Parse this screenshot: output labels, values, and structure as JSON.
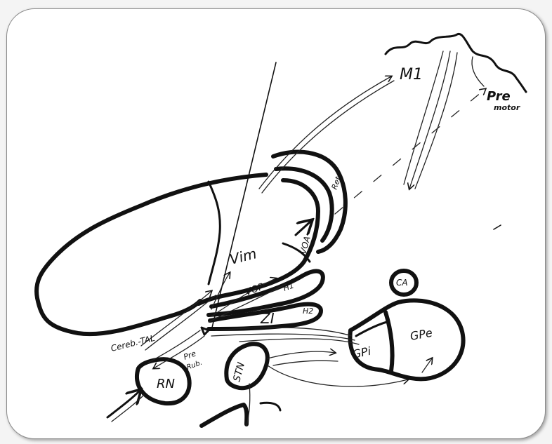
{
  "labels": {
    "m1": "M1",
    "pre_motor_line1": "Pre",
    "pre_motor_line2": "motor",
    "ret": "Ret",
    "voa": "VOA",
    "vim": "Vim",
    "vop": "VOP",
    "h1": "H1",
    "zi": "ZI",
    "h2": "H2",
    "ca": "CA",
    "gpe": "GPe",
    "gpi": "GPi",
    "cereb_tal": "Cereb.-TAL",
    "pre_rub_line1": "Pre",
    "pre_rub_line2": "Rub.",
    "stn": "STN",
    "rn": "RN"
  },
  "colors": {
    "ink": "#111111",
    "paper": "#ffffff",
    "background": "#f4f4f4"
  }
}
